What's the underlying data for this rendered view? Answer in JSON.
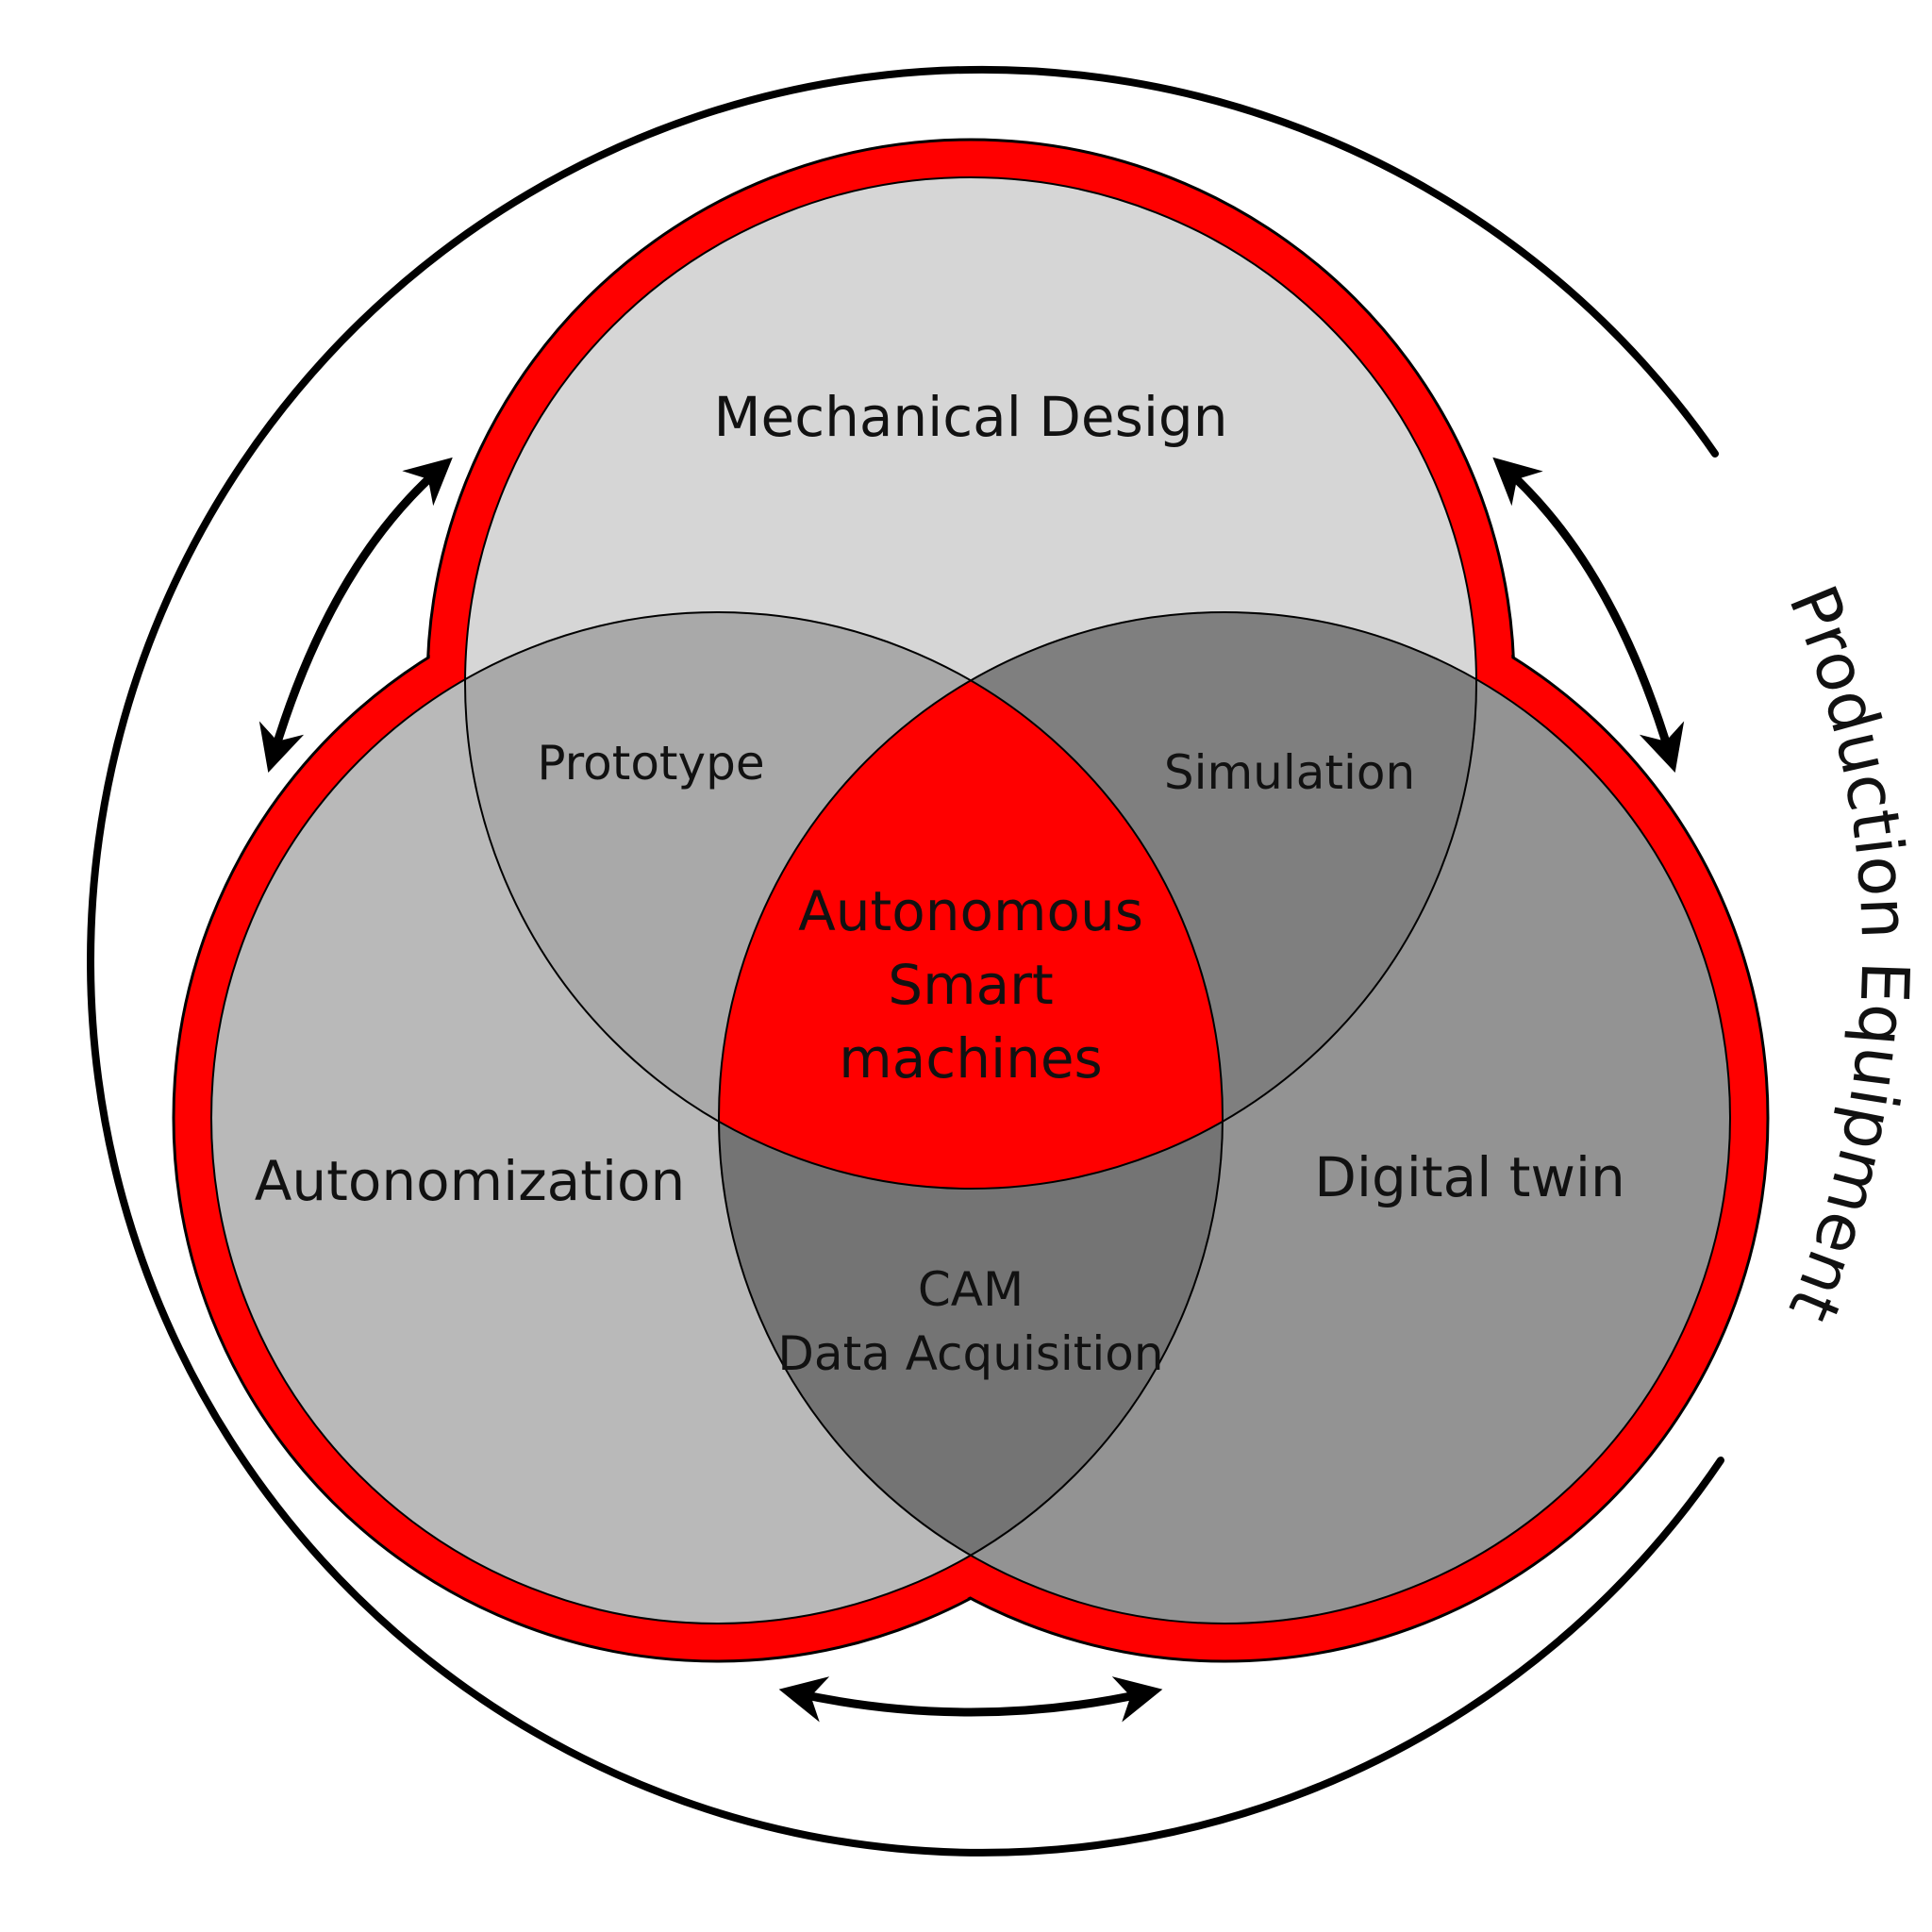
{
  "colors": {
    "accent": "#ff0000",
    "circle_top": "#d6d6d6",
    "circle_left": "#b9b9b9",
    "circle_right": "#939393",
    "overlap_top_left": "#a9a9a9",
    "overlap_top_right": "#7f7f7f",
    "overlap_bottom": "#747474",
    "outline": "#000000"
  },
  "labels": {
    "mechanical_design": "Mechanical Design",
    "autonomization": "Autonomization",
    "digital_twin": "Digital twin",
    "prototype": "Prototype",
    "simulation": "Simulation",
    "cam": "CAM",
    "data_acquisition": "Data Acquisition",
    "center_line1": "Autonomous",
    "center_line2": "Smart",
    "center_line3": "machines",
    "ring_text": "Production Equipment"
  },
  "icons": [
    "double-arrow-icon"
  ]
}
